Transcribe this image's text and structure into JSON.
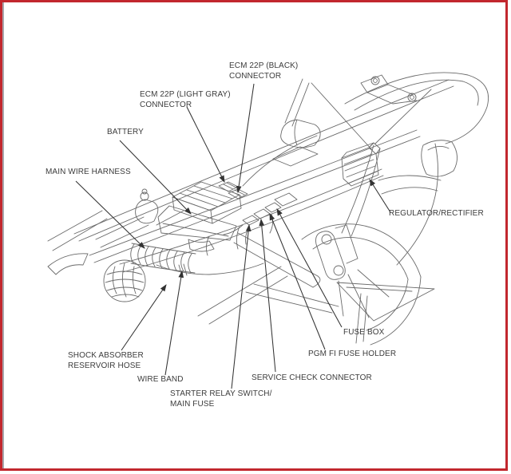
{
  "figure": {
    "kind": "technical line-art diagram with callouts",
    "colors": {
      "border_red": "#c2272e",
      "inner_left_line": "#a7a7ad",
      "artwork_line": "#6a6a6a",
      "leader_line": "#333333",
      "label_text": "#3c3c3c",
      "background": "#ffffff"
    }
  },
  "labels": {
    "ecm_black": {
      "line1": "ECM 22P (BLACK)",
      "line2": "CONNECTOR"
    },
    "ecm_gray": {
      "line1": "ECM 22P (LIGHT GRAY)",
      "line2": "CONNECTOR"
    },
    "battery": {
      "text": "BATTERY"
    },
    "main_wire_harness": {
      "text": "MAIN WIRE HARNESS"
    },
    "regulator_rectifier": {
      "text": "REGULATOR/RECTIFIER"
    },
    "fuse_box": {
      "text": "FUSE BOX"
    },
    "pgm_fi_fuse_holder": {
      "text": "PGM FI FUSE HOLDER"
    },
    "service_check_connector": {
      "text": "SERVICE CHECK CONNECTOR"
    },
    "starter_relay": {
      "line1": "STARTER RELAY SWITCH/",
      "line2": "MAIN FUSE"
    },
    "wire_band": {
      "text": "WIRE BAND"
    },
    "shock_hose": {
      "line1": "SHOCK ABSORBER",
      "line2": "RESERVOIR HOSE"
    }
  }
}
